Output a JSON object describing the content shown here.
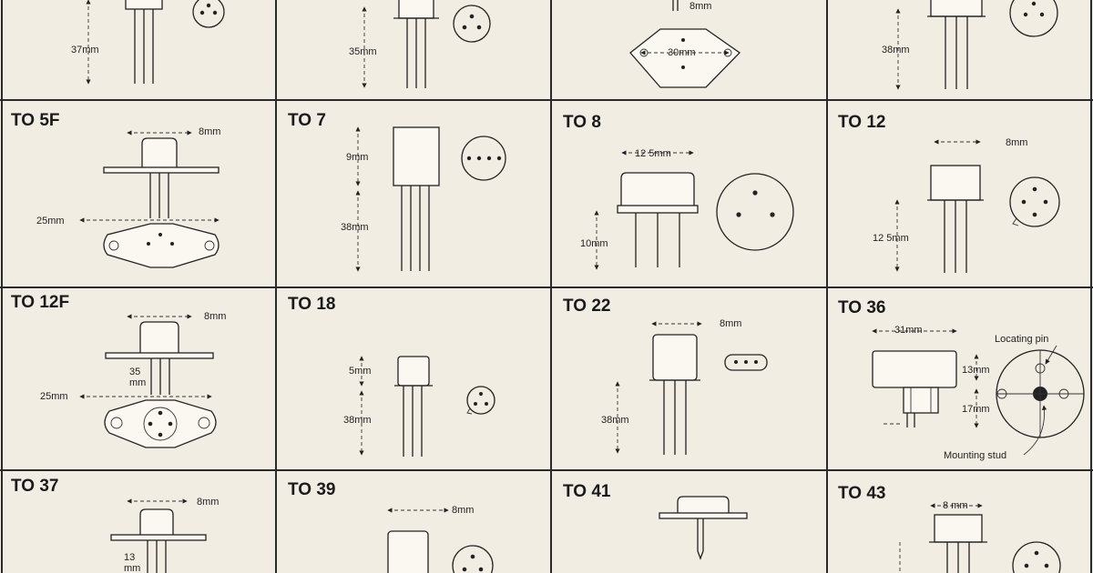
{
  "cells": {
    "r0c0": {
      "dims": [
        "37mm"
      ]
    },
    "r0c1": {
      "dims": [
        "35mm"
      ]
    },
    "r0c2": {
      "dims": [
        "8mm",
        "30mm"
      ]
    },
    "r0c3": {
      "dims": [
        "38mm"
      ]
    },
    "to5f": {
      "title": "TO 5F",
      "dims": [
        "8mm",
        "25mm"
      ]
    },
    "to7": {
      "title": "TO 7",
      "dims": [
        "9mm",
        "38mm"
      ]
    },
    "to8": {
      "title": "TO 8",
      "dims": [
        "12 5mm",
        "10mm"
      ]
    },
    "to12": {
      "title": "TO 12",
      "dims": [
        "8mm",
        "12 5mm"
      ]
    },
    "to12f": {
      "title": "TO 12F",
      "dims": [
        "8mm",
        "35",
        "mm",
        "25mm"
      ]
    },
    "to18": {
      "title": "TO 18",
      "dims": [
        "5mm",
        "38mm"
      ]
    },
    "to22": {
      "title": "TO 22",
      "dims": [
        "8mm",
        "38mm"
      ]
    },
    "to36": {
      "title": "TO 36",
      "dims": [
        "31mm",
        "13mm",
        "17mm"
      ],
      "labels": [
        "Locating pin",
        "Mounting stud"
      ]
    },
    "to37": {
      "title": "TO 37",
      "dims": [
        "8mm",
        "13",
        "mm"
      ]
    },
    "to39": {
      "title": "TO 39",
      "dims": [
        "8mm"
      ]
    },
    "to41": {
      "title": "TO 41"
    },
    "to43": {
      "title": "TO 43",
      "dims": [
        "8 mm"
      ]
    }
  }
}
